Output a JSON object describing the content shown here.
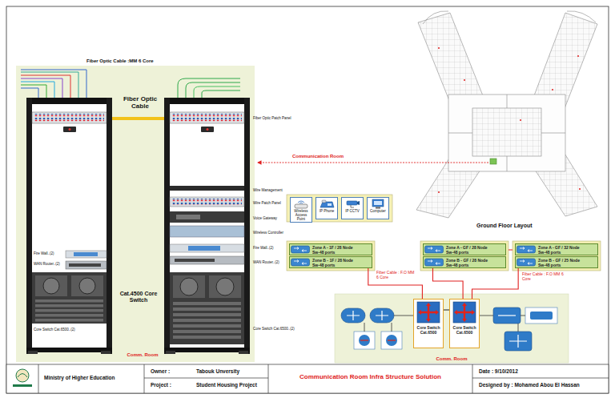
{
  "diagram": {
    "title": "Communication Room Infra Structure Solution",
    "nodes": [
      {
        "text": [
          "Wireless Access Point"
        ]
      },
      {
        "text": [
          "IP Phone"
        ]
      },
      {
        "text": [
          "IP CCTV"
        ]
      },
      {
        "text": [
          "Computer"
        ]
      },
      {
        "text": [
          "Zone A - 1F / 28 Node",
          "Sw-48 ports"
        ]
      },
      {
        "text": [
          "Zone B - 1F / 28 Node",
          "Sw-48 ports"
        ]
      },
      {
        "text": [
          "Zone A - GF / 28 Node",
          "Sw-48 ports"
        ]
      },
      {
        "text": [
          "Zone B - GF / 28 Node",
          "Sw-48 ports"
        ]
      },
      {
        "text": [
          "Zone A - GF / 32 Node",
          "Sw-48 ports"
        ]
      },
      {
        "text": [
          "Zone B - GF / 25 Node",
          "Sw-48 ports"
        ]
      },
      {
        "text": [
          "Comm. Room"
        ]
      },
      {
        "text": [
          "Core Switch Cat.6500"
        ],
        "in": 10
      },
      {
        "text": [
          "Core Switch Cat.6500"
        ],
        "in": 10
      }
    ],
    "edges": [
      {
        "from": 5,
        "to": 11,
        "arrow": "none",
        "label": "Fiber Cable : F.O MM 6 Core"
      },
      {
        "from": 7,
        "to": 12,
        "arrow": "none"
      },
      {
        "from": 9,
        "to": 12,
        "arrow": "none",
        "label": "Fiber Cable : F.O MM 6 Core"
      },
      {
        "from": 11,
        "to": 12,
        "arrow": "none"
      }
    ],
    "labels": [
      "Fiber Optic Cable :MM 6 Core",
      "Fiber Optic Cable",
      "Fiber Optic Patch Panel",
      "Communication Room",
      "Wire Management",
      "Wire Patch Panel",
      "Voice Gateway",
      "Wireless Controller",
      "Fire Wall..(2)",
      "WAN Router..(2)",
      "Core Switch Cat.6500..(2)",
      "Fire Wall..(2)",
      "WAN Router..(2)",
      "Cat.4500 Core Switch",
      "Core Switch Cat.6500..(2)",
      "Comm. Room",
      "Ground Floor Layout",
      "Ministry of Higher Education",
      "Owner :",
      "Tabouk Unversity",
      "Project :",
      "Student Housing Project",
      "Date : 9/10/2012",
      "Designed by : Mohamed Abou El Hassan"
    ]
  }
}
